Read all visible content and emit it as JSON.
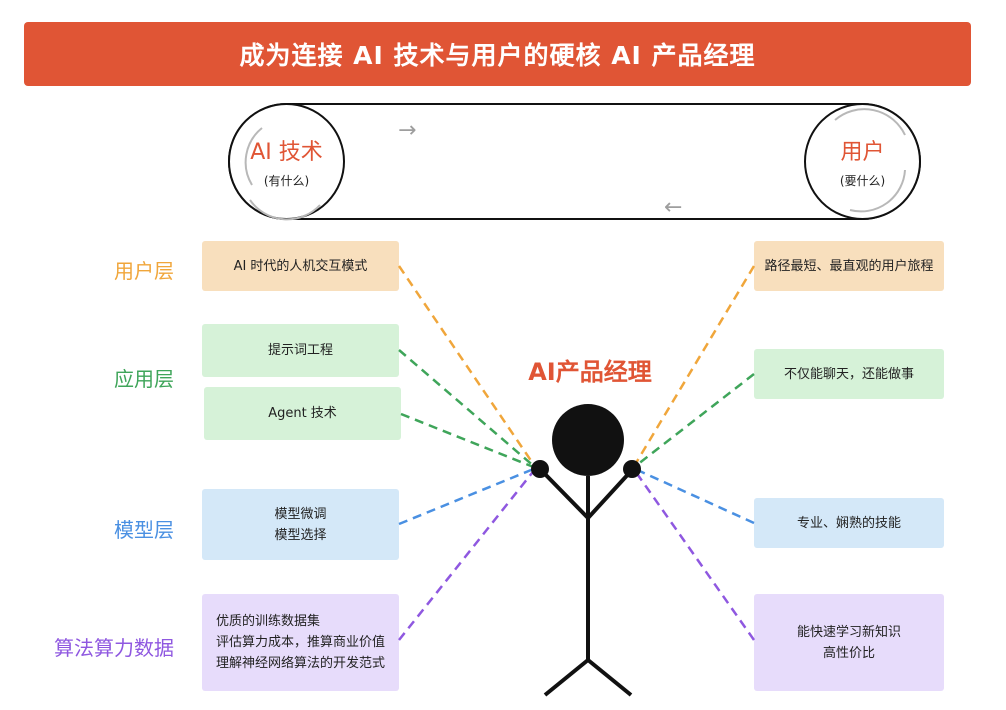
{
  "title": "成为连接 AI 技术与用户的硬核 AI 产品经理",
  "wheels": {
    "left": {
      "title": "AI 技术",
      "sub": "(有什么)"
    },
    "right": {
      "title": "用户",
      "sub": "(要什么)"
    }
  },
  "arrows": {
    "right": "→",
    "left": "←"
  },
  "center_title": "AI产品经理",
  "layers": [
    {
      "label": "用户层",
      "color": "#f0a63b"
    },
    {
      "label": "应用层",
      "color": "#3fa55a"
    },
    {
      "label": "模型层",
      "color": "#4a90e2"
    },
    {
      "label": "算法算力数据",
      "color": "#8f58e0"
    }
  ],
  "left_boxes": [
    {
      "lines": [
        "AI 时代的人机交互模式"
      ]
    },
    {
      "lines": [
        "提示词工程"
      ]
    },
    {
      "lines": [
        "Agent 技术"
      ]
    },
    {
      "lines": [
        "模型微调",
        "模型选择"
      ]
    },
    {
      "lines": [
        "优质的训练数据集",
        "评估算力成本，推算商业价值",
        "理解神经网络算法的开发范式"
      ]
    }
  ],
  "right_boxes": [
    {
      "lines": [
        "路径最短、最直观的用户旅程"
      ]
    },
    {
      "lines": [
        "不仅能聊天，还能做事"
      ]
    },
    {
      "lines": [
        "专业、娴熟的技能"
      ]
    },
    {
      "lines": [
        "能快速学习新知识",
        "高性价比"
      ]
    }
  ],
  "colors": {
    "banner": "#e05535",
    "orange": "#f0a63b",
    "green": "#3fa55a",
    "blue": "#4a90e2",
    "purple": "#8f58e0"
  }
}
